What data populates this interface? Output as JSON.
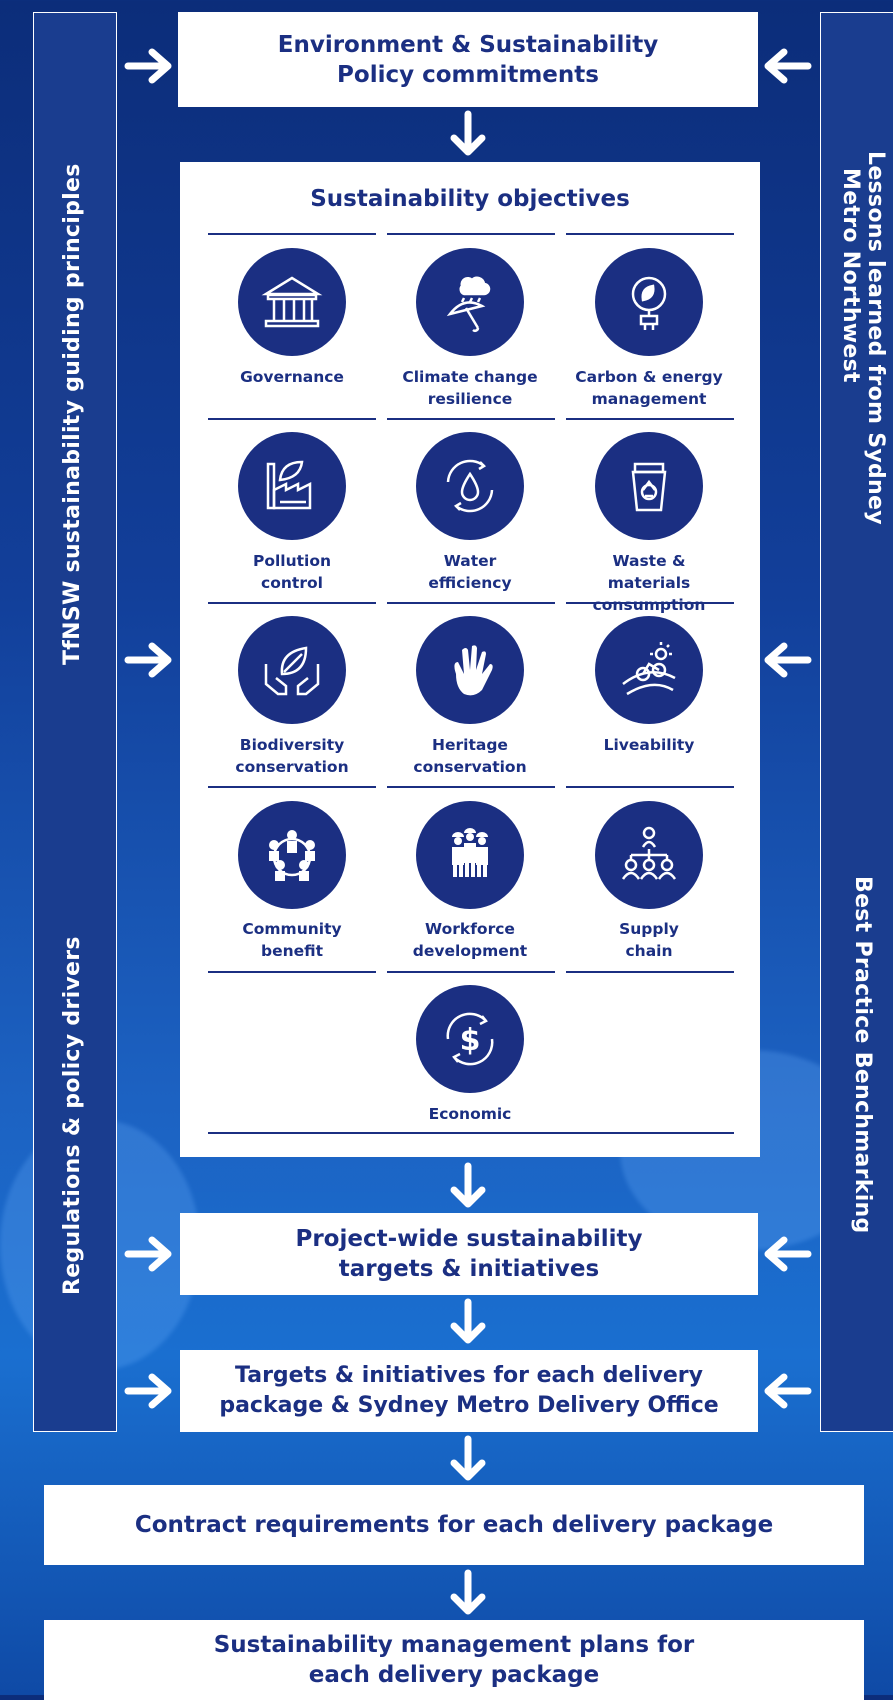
{
  "left_sidebar": {
    "top_label": "TfNSW sustainability guiding principles",
    "bottom_label": "Regulations & policy drivers"
  },
  "right_sidebar": {
    "top_label_line1": "Lessons learned from Sydney",
    "top_label_line2": "Metro Northwest",
    "bottom_label": "Best Practice Benchmarking"
  },
  "policy_box": {
    "line1": "Environment & Sustainability",
    "line2": "Policy commitments"
  },
  "objectives": {
    "title": "Sustainability objectives",
    "items": [
      {
        "icon": "governance-building-icon",
        "label": "Governance"
      },
      {
        "icon": "climate-umbrella-icon",
        "label": "Climate change\nresilience"
      },
      {
        "icon": "carbon-energy-plug-icon",
        "label": "Carbon & energy\nmanagement"
      },
      {
        "icon": "pollution-factory-icon",
        "label": "Pollution\ncontrol"
      },
      {
        "icon": "water-drop-cycle-icon",
        "label": "Water\nefficiency"
      },
      {
        "icon": "recycle-bin-icon",
        "label": "Waste & materials\nconsumption"
      },
      {
        "icon": "hands-leaf-icon",
        "label": "Biodiversity\nconservation"
      },
      {
        "icon": "hand-print-icon",
        "label": "Heritage\nconservation"
      },
      {
        "icon": "cyclist-sun-icon",
        "label": "Liveability"
      },
      {
        "icon": "people-circle-icon",
        "label": "Community\nbenefit"
      },
      {
        "icon": "workers-icon",
        "label": "Workforce\ndevelopment"
      },
      {
        "icon": "supply-chain-hierarchy-icon",
        "label": "Supply\nchain"
      },
      {
        "icon": "dollar-cycle-icon",
        "label": "Economic"
      }
    ]
  },
  "project_box": {
    "line1": "Project-wide sustainability",
    "line2": "targets & initiatives"
  },
  "package_box": {
    "line1": "Targets & initiatives for each delivery",
    "line2": "package & Sydney Metro Delivery Office"
  },
  "contract_box": {
    "label": "Contract requirements for each delivery package"
  },
  "plans_box": {
    "line1": "Sustainability management plans for",
    "line2": "each delivery package"
  },
  "colors": {
    "navy": "#1b2f82",
    "background": "#1a56b8",
    "white": "#ffffff"
  }
}
